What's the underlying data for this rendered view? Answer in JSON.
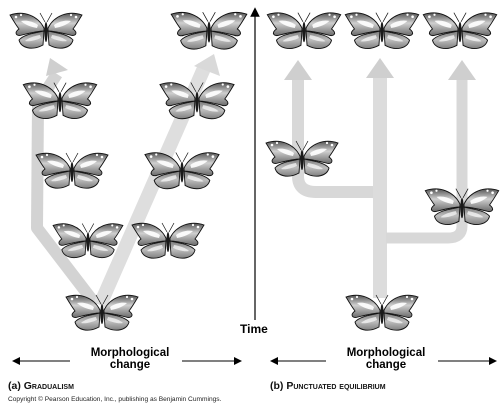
{
  "panel_a": {
    "prefix": "(a)",
    "title": "Gradualism",
    "axis_label_line1": "Morphological",
    "axis_label_line2": "change"
  },
  "panel_b": {
    "prefix": "(b)",
    "title": "Punctuated equilibrium",
    "axis_label_line1": "Morphological",
    "axis_label_line2": "change"
  },
  "time_axis_label": "Time",
  "copyright": "Copyright © Pearson Education, Inc., publishing as Benjamin Cummings."
}
